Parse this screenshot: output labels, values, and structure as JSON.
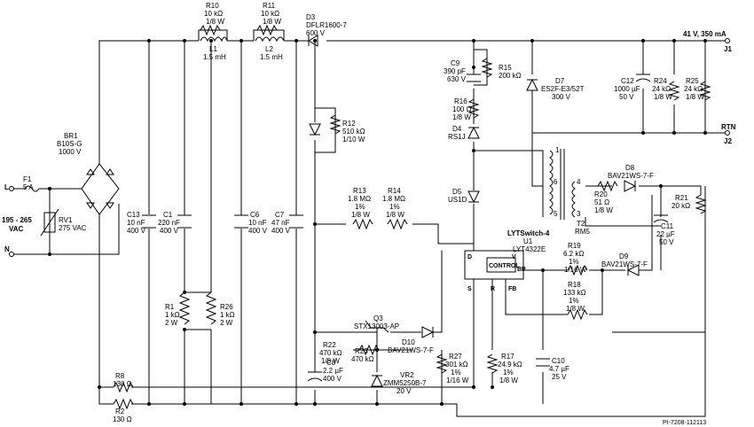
{
  "figure_id": "PI-7208-112113",
  "input": {
    "line_label": "L",
    "neutral_label": "N",
    "voltage_range": "195 - 265",
    "voltage_unit": "VAC"
  },
  "output": {
    "rating": "41 V, 350 mA",
    "pos_connector": "J1",
    "rtn_label": "RTN",
    "rtn_connector": "J2"
  },
  "components": {
    "F1": [
      "F1",
      "5 A"
    ],
    "RV1": [
      "RV1",
      "275 VAC"
    ],
    "BR1": [
      "BR1",
      "B10S-G",
      "1000 V"
    ],
    "C13": [
      "C13",
      "10 nF",
      "400 V"
    ],
    "C1": [
      "C1",
      "220 nF",
      "400 V"
    ],
    "R1": [
      "R1",
      "1 kΩ",
      "2 W"
    ],
    "R26": [
      "R26",
      "1 kΩ",
      "2 W"
    ],
    "R10": [
      "R10",
      "10 kΩ",
      "1/8 W"
    ],
    "L1": [
      "L1",
      "1.5 mH"
    ],
    "R11": [
      "R11",
      "10 kΩ",
      "1/8 W"
    ],
    "L2": [
      "L2",
      "1.5 mH"
    ],
    "D3": [
      "D3",
      "DFLR1600-7",
      "600 V"
    ],
    "C6": [
      "C6",
      "10 nF",
      "400 V"
    ],
    "C7": [
      "C7",
      "47 nF",
      "400 V"
    ],
    "R12": [
      "R12",
      "510 kΩ",
      "1/10 W"
    ],
    "R13": [
      "R13",
      "1.8 MΩ",
      "1%",
      "1/8 W"
    ],
    "R14": [
      "R14",
      "1.8 MΩ",
      "1%",
      "1/8 W"
    ],
    "C9": [
      "C9",
      "390 pF",
      "630 V"
    ],
    "R15": [
      "R15",
      "200 kΩ"
    ],
    "R16": [
      "R16",
      "100 Ω",
      "1/8 W"
    ],
    "D4": [
      "D4",
      "RS1J"
    ],
    "D5": [
      "D5",
      "US1D"
    ],
    "D7": [
      "D7",
      "ES2F-E3/52T",
      "300 V"
    ],
    "C12": [
      "C12",
      "1000 µF",
      "50 V"
    ],
    "R24": [
      "R24",
      "24 kΩ",
      "1/8 W"
    ],
    "R25": [
      "R25",
      "24 kΩ",
      "1/8 W"
    ],
    "D8": [
      "D8",
      "BAV21WS-7-F"
    ],
    "R20": [
      "R20",
      "51 Ω",
      "1/8 W"
    ],
    "R21": [
      "R21",
      "20 kΩ"
    ],
    "C11": [
      "C11",
      "22 µF",
      "50 V"
    ],
    "T2": [
      "T2",
      "RM5"
    ],
    "U1": [
      "LYTSwitch-4",
      "U1",
      "LYT4322E"
    ],
    "R19": [
      "R19",
      "6.2 kΩ",
      "1%",
      "1/16 W"
    ],
    "D9": [
      "D9",
      "BAV21WS-7-F"
    ],
    "R18": [
      "R18",
      "133 kΩ",
      "1%",
      "1/8 W"
    ],
    "Q3": [
      "Q3",
      "STX13003-AP"
    ],
    "D10": [
      "D10",
      "BAV21WS-7-F"
    ],
    "R22": [
      "R22",
      "470 kΩ",
      "1/8 W"
    ],
    "R23": [
      "R23",
      "470 kΩ"
    ],
    "C8": [
      "C8",
      "2.2 µF",
      "400 V"
    ],
    "VR2": [
      "VR2",
      "ZMM5250B-7",
      "20 V"
    ],
    "R27": [
      "R27",
      "301 kΩ",
      "1%",
      "1/16 W"
    ],
    "R17": [
      "R17",
      "24.9 kΩ",
      "1%",
      "1/8 W"
    ],
    "C10": [
      "C10",
      "4.7 µF",
      "25 V"
    ],
    "R8": [
      "R8",
      "130 Ω"
    ],
    "R2": [
      "R2",
      "130 Ω"
    ]
  },
  "ic_block": {
    "control_label": "CONTROL",
    "pins": {
      "D": "D",
      "V": "V",
      "BP": "BP",
      "S": "S",
      "R": "R",
      "FB": "FB"
    }
  },
  "transformer_pins": [
    "1",
    "6",
    "5",
    "4",
    "3"
  ]
}
